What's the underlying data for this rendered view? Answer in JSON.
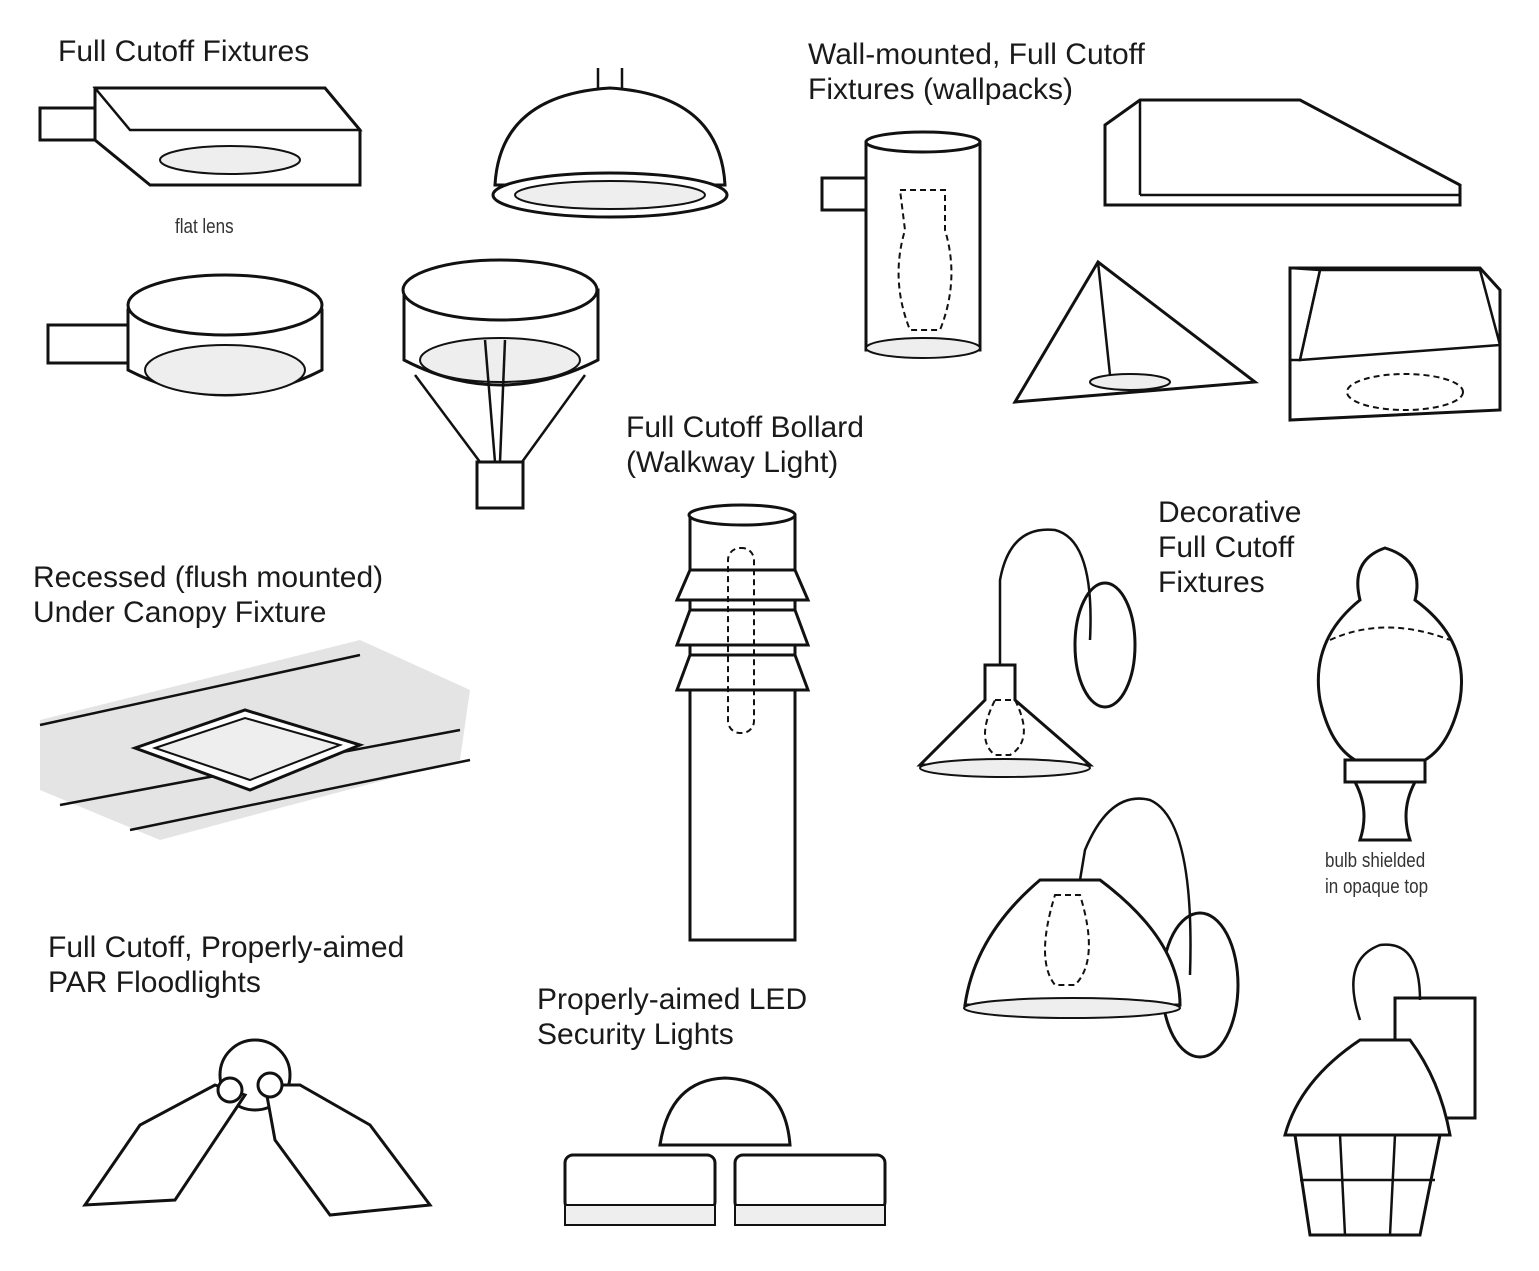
{
  "labels": {
    "full_cutoff_fixtures": "Full Cutoff Fixtures",
    "flat_lens": "flat lens",
    "wallpacks": [
      "Wall-mounted, Full Cutoff",
      "Fixtures (wallpacks)"
    ],
    "bollard": [
      "Full Cutoff Bollard",
      "(Walkway Light)"
    ],
    "recessed": [
      "Recessed (flush mounted)",
      "Under Canopy Fixture"
    ],
    "decorative": [
      "Decorative",
      "Full Cutoff",
      "Fixtures"
    ],
    "bulb_shielded": [
      "bulb shielded",
      "in opaque top"
    ],
    "par_floodlights": [
      "Full Cutoff, Properly-aimed",
      "PAR Floodlights"
    ],
    "led_security": [
      "Properly-aimed LED",
      "Security Lights"
    ]
  }
}
